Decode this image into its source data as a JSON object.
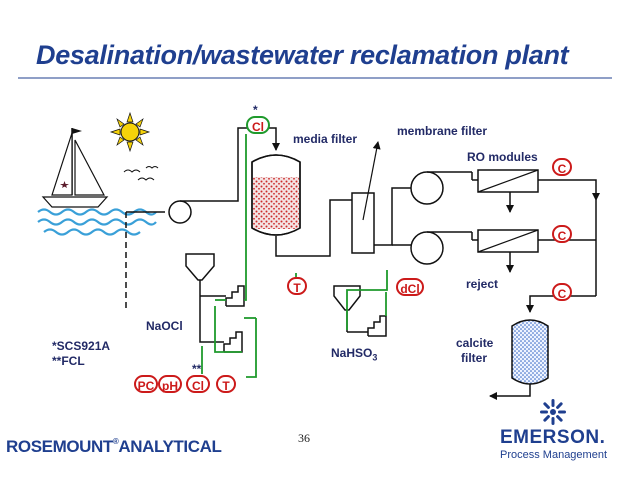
{
  "title": "Desalination/wastewater reclamation plant",
  "labels": {
    "media_filter": "media filter",
    "membrane_filter": "membrane filter",
    "ro_modules": "RO modules",
    "reject": "reject",
    "naocl": "NaOCl",
    "nahso3_base": "NaHSO",
    "nahso3_sub": "3",
    "calcite_line1": "calcite",
    "calcite_line2": "filter",
    "footnote1": "*SCS921A",
    "footnote2": "**FCL",
    "star_single": "*",
    "star_double": "**"
  },
  "badges": {
    "cl_top": "Cl",
    "t_mid": "T",
    "dcl": "dCl",
    "c1": "C",
    "c2": "C",
    "c3": "C",
    "pc": "PC",
    "ph": "pH",
    "cl_bottom": "Cl",
    "t_bottom": "T"
  },
  "footer": {
    "rosemount": "ROSEMOUNT",
    "analytical": "ANALYTICAL",
    "page_number": "36",
    "emerson": "EMERSON.",
    "process_management": "Process Management"
  },
  "colors": {
    "title": "#1f3f8f",
    "signal_line": "#1f9a2c",
    "process_line": "#111111",
    "badge_text": "#cc1a1a",
    "water": "#3aa0d8",
    "sun": "#f5d20a",
    "media_fill": "#cc2a2a"
  }
}
